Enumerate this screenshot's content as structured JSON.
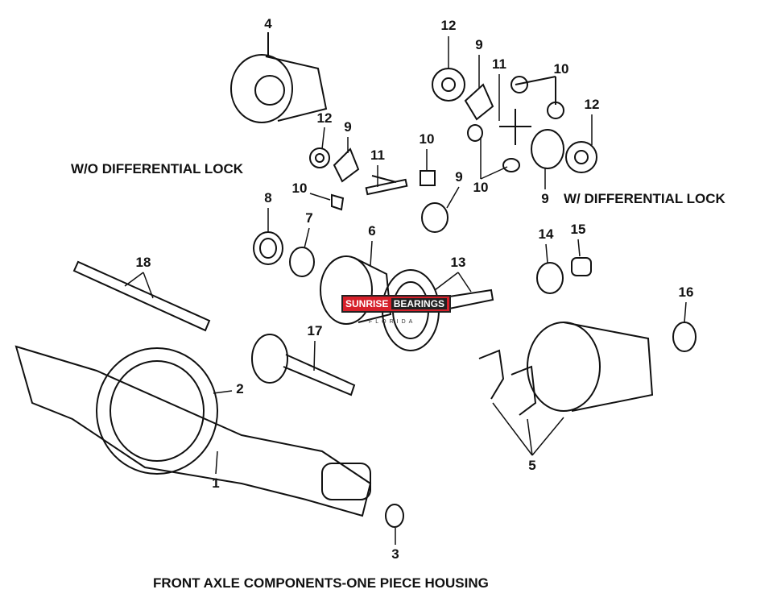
{
  "captions": {
    "without_lock": "W/O  DIFFERENTIAL LOCK",
    "with_lock": "W/ DIFFERENTIAL LOCK",
    "title": "FRONT AXLE COMPONENTS-ONE PIECE HOUSING"
  },
  "watermark": {
    "brand_a": "SUNRISE",
    "brand_b": "BEARINGS",
    "sub": "FLORIDA"
  },
  "callouts": [
    "4",
    "12",
    "9",
    "11",
    "10",
    "12",
    "12",
    "9",
    "10",
    "11",
    "9",
    "10",
    "9",
    "10",
    "8",
    "7",
    "6",
    "13",
    "14",
    "15",
    "18",
    "16",
    "17",
    "2",
    "1",
    "5",
    "3"
  ]
}
